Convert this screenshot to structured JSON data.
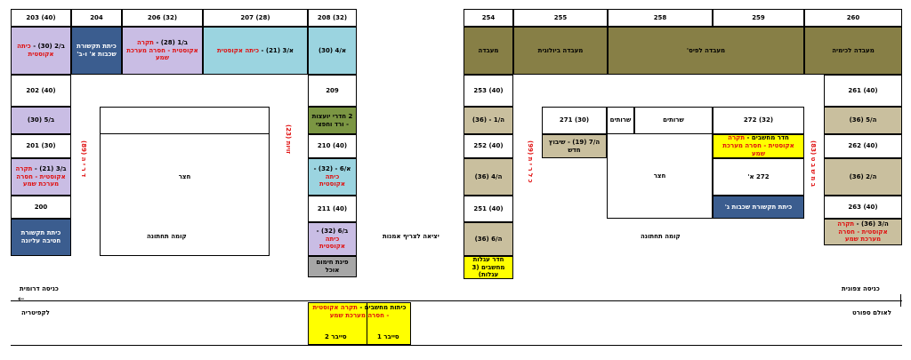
{
  "cells": {
    "r203": "(40) 203",
    "r204": "204",
    "r206": "(32) 206",
    "r207": "(28)  207",
    "r208": "(32) 208",
    "r254": "254",
    "r255": "255",
    "r258": "258",
    "r259": "259",
    "r260": "260",
    "b2_text": "ב/2 (30) - ",
    "b2_red": "כיתה אקוסטית",
    "comm_ab": "כיתת תקשורת שכבות א' ו-ב'",
    "a1_text": "ב/1 (28) - ",
    "a1_red": "תקרה אקוסטית - חסרה מערכת שמע",
    "a3_text": "א/3 (21) - ",
    "a3_red": "כיתה אקוסטית",
    "a4": "א/4 (30)",
    "lab": "מעבדה",
    "bio_lab": "מעבדה ביולוגית",
    "phys_lab": "מעבדה לפיס'",
    "chem_lab": "מעבדה לכימיה",
    "r202": "(40) 202",
    "r209": "209",
    "r253": "(40) 253",
    "r261": "(40) 261",
    "b5": "ב/5 (30)",
    "counsel": "2 חדרי יועצות - ורד וחפצי",
    "h1": "ה/1 - (36)",
    "r271": "(30) 271",
    "services": "שרותים",
    "services2": "שרותים",
    "r272": "(32) 272",
    "h5": "ה/5 (36)",
    "r201": "(30) 201",
    "r210": "(40) 210",
    "r252": "(40) 252",
    "h7": "ה/7 (19) - שיבוץ חדש",
    "comp_room_text": "חדר מחשבים - ",
    "comp_room_red": "תקרה אקוסטית - חסרה מערכת שמע",
    "r262": "(40) 262",
    "b3_text": "ב/3 (21) - ",
    "b3_red": "תקרה אקוסטית - חסרה מערכת שמע",
    "a6_text": "א/6 - (32) - ",
    "a6_red": "כיתה אקוסטית",
    "h4": "ה/4 (36)",
    "r272a": "272 א'",
    "h2": "ה/2 (36)",
    "r200": "200",
    "r211": "(40) 211",
    "r251": "(40) 251",
    "comm_g": "כיתת תקשורת שכבות ג'",
    "r263": "(40) 263",
    "comm_high": "כיתת תקשורת חטיבה עליונה",
    "b6_text": "ב/6 (32) - ",
    "b6_red": "כיתה אקוסטית",
    "h6": "ה/6 (36)",
    "h3_text": "ה/3 (36) - ",
    "h3_red": "תקרה אקוסטית - חסרה מערכת שמע",
    "kitchen": "פינת חימום אוכל",
    "server_text": "חדר עגלות מחשבים (3 עגלות)",
    "comp_classes_text": "כיתות מחשבים - ",
    "comp_classes_red": "תקרה אקוסטית - חסרה מערכת שמע",
    "cyber2": "סייבר 2",
    "cyber1": "סייבר 1"
  },
  "labels": {
    "courtyard_left": "חצר",
    "courtyard_right": "חצר",
    "bottom_floor_left": "קומה תחתונה",
    "bottom_floor_right": "קומה תחתונה",
    "art_exit": "יציאה לצריף אמנות",
    "south_entrance": "כניסה דרומית",
    "north_entrance": "כניסה צפונית",
    "to_cafeteria": "לקפיטריה",
    "to_sports_hall": "לאולם ספורט"
  },
  "vertical_labels": {
    "v_left": "ד ר י ה (89)",
    "v_mid": "זויות (23)",
    "v_center": "כ ל ר י ת (99)",
    "v_right": "ב מ ש ב ט (83)"
  }
}
